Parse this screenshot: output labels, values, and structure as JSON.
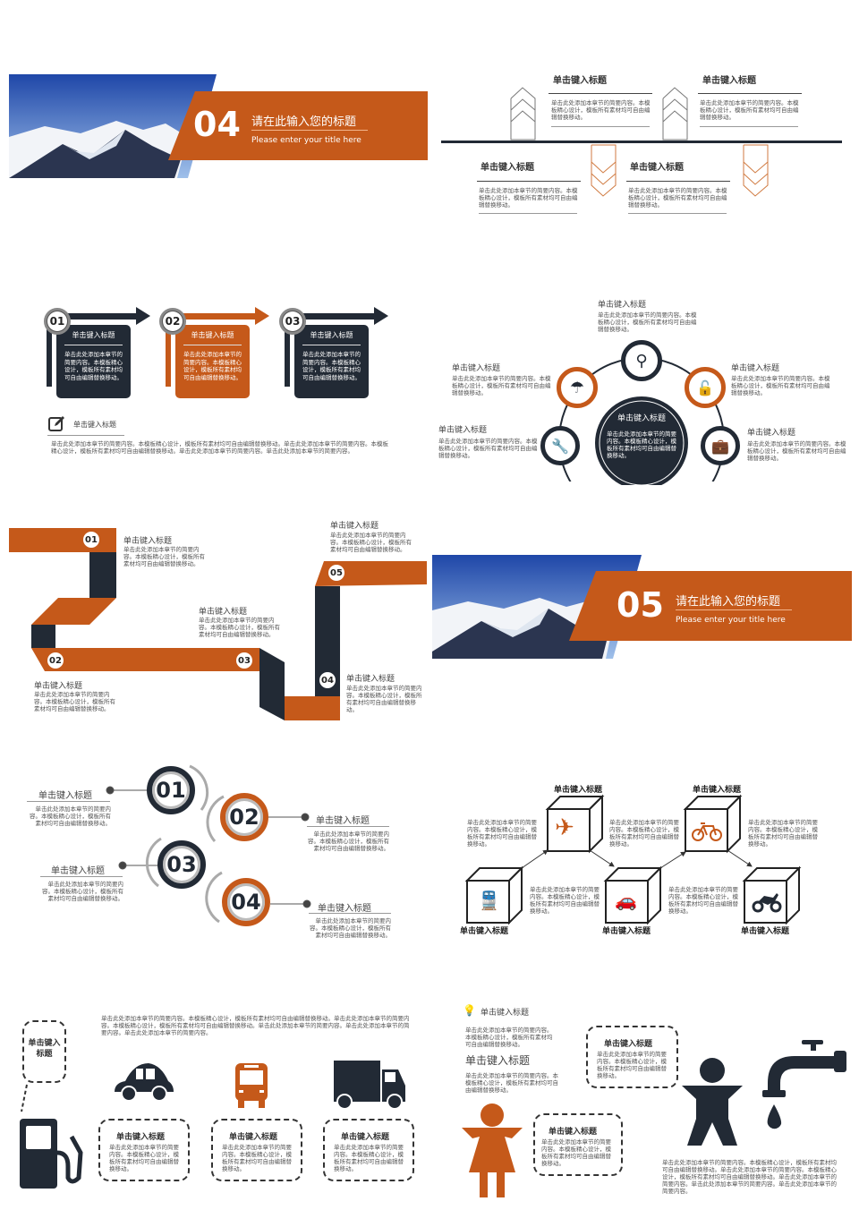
{
  "colors": {
    "orange": "#c5591a",
    "dark": "#222a35"
  },
  "section04": {
    "number": "04",
    "title": "请在此输入您的标题",
    "subtitle": "Please  enter  your  title  here"
  },
  "timeline": {
    "items": [
      {
        "title": "单击键入标题",
        "body": "单击此处添加本章节的简要内容。本模板精心设计，模板所有素材均可自由编辑替换移动。"
      },
      {
        "title": "单击键入标题",
        "body": "单击此处添加本章节的简要内容。本模板精心设计，模板所有素材均可自由编辑替换移动。"
      },
      {
        "title": "单击键入标题",
        "body": "单击此处添加本章节的简要内容。本模板精心设计，模板所有素材均可自由编辑替换移动。"
      },
      {
        "title": "单击键入标题",
        "body": "单击此处添加本章节的简要内容。本模板精心设计，模板所有素材均可自由编辑替换移动。"
      }
    ]
  },
  "steps": {
    "cards": [
      {
        "num": "01",
        "title": "单击键入标题",
        "body": "单击此处添加本章节的简要内容。本模板精心设计，模板所有素材均可自由编辑替换移动。"
      },
      {
        "num": "02",
        "title": "单击键入标题",
        "body": "单击此处添加本章节的简要内容。本模板精心设计，模板所有素材均可自由编辑替换移动。"
      },
      {
        "num": "03",
        "title": "单击键入标题",
        "body": "单击此处添加本章节的简要内容。本模板精心设计，模板所有素材均可自由编辑替换移动。"
      }
    ],
    "note": {
      "title": "单击键入标题",
      "body": "单击此处添加本章节的简要内容。本模板精心设计，模板所有素材均可自由编辑替换移动。单击此处添加本章节的简要内容。本模板精心设计，模板所有素材均可自由编辑替换移动。单击此处添加本章节的简要内容。单击此处添加本章节的简要内容。"
    }
  },
  "hub": {
    "center": {
      "title": "单击键入标题",
      "body": "单击此处添加本章节的简要内容。本模板精心设计，模板所有素材均可自由编辑替换移动。"
    },
    "items": [
      {
        "title": "单击键入标题",
        "body": "单击此处添加本章节的简要内容。本模板精心设计，模板所有素材均可自由编辑替换移动。",
        "icon": "search-icon"
      },
      {
        "title": "单击键入标题",
        "body": "单击此处添加本章节的简要内容。本模板精心设计，模板所有素材均可自由编辑替换移动。",
        "icon": "umbrella-icon"
      },
      {
        "title": "单击键入标题",
        "body": "单击此处添加本章节的简要内容。本模板精心设计，模板所有素材均可自由编辑替换移动。",
        "icon": "unlock-icon"
      },
      {
        "title": "单击键入标题",
        "body": "单击此处添加本章节的简要内容。本模板精心设计，模板所有素材均可自由编辑替换移动。",
        "icon": "wrench-icon"
      },
      {
        "title": "单击键入标题",
        "body": "单击此处添加本章节的简要内容。本模板精心设计，模板所有素材均可自由编辑替换移动。",
        "icon": "briefcase-icon"
      }
    ]
  },
  "ribbon": {
    "items": [
      {
        "num": "01",
        "title": "单击键入标题",
        "body": "单击此处添加本章节的简要内容。本模板精心设计，模板所有素材均可自由编辑替换移动。"
      },
      {
        "num": "02",
        "title": "单击键入标题",
        "body": "单击此处添加本章节的简要内容。本模板精心设计，模板所有素材均可自由编辑替换移动。"
      },
      {
        "num": "03",
        "title": "单击键入标题",
        "body": "单击此处添加本章节的简要内容。本模板精心设计，模板所有素材均可自由编辑替换移动。"
      },
      {
        "num": "04",
        "title": "单击键入标题",
        "body": "单击此处添加本章节的简要内容。本模板精心设计，模板所有素材均可自由编辑替换移动。"
      },
      {
        "num": "05",
        "title": "单击键入标题",
        "body": "单击此处添加本章节的简要内容。本模板精心设计，模板所有素材均可自由编辑替换移动。"
      }
    ]
  },
  "section05": {
    "number": "05",
    "title": "请在此输入您的标题",
    "subtitle": "Please  enter  your  title  here"
  },
  "numbered": {
    "items": [
      {
        "num": "01",
        "title": "单击键入标题",
        "body": "单击此处添加本章节的简要内容。本模板精心设计，模板所有素材均可自由编辑替换移动。"
      },
      {
        "num": "02",
        "title": "单击键入标题",
        "body": "单击此处添加本章节的简要内容。本模板精心设计，模板所有素材均可自由编辑替换移动。"
      },
      {
        "num": "03",
        "title": "单击键入标题",
        "body": "单击此处添加本章节的简要内容。本模板精心设计，模板所有素材均可自由编辑替换移动。"
      },
      {
        "num": "04",
        "title": "单击键入标题",
        "body": "单击此处添加本章节的简要内容。本模板精心设计，模板所有素材均可自由编辑替换移动。"
      }
    ]
  },
  "cubes": {
    "items": [
      {
        "title": "单击键入标题",
        "body": "单击此处添加本章节的简要内容。本模板精心设计，模板所有素材均可自由编辑替换移动。",
        "icon": "train-icon"
      },
      {
        "title": "单击键入标题",
        "body": "单击此处添加本章节的简要内容。本模板精心设计，模板所有素材均可自由编辑替换移动。",
        "icon": "airplane-icon"
      },
      {
        "title": "单击键入标题",
        "body": "单击此处添加本章节的简要内容。本模板精心设计，模板所有素材均可自由编辑替换移动。",
        "icon": "car-icon"
      },
      {
        "title": "单击键入标题",
        "body": "单击此处添加本章节的简要内容。本模板精心设计，模板所有素材均可自由编辑替换移动。",
        "icon": "bicycle-icon"
      },
      {
        "title": "单击键入标题",
        "body": "单击此处添加本章节的简要内容。本模板精心设计，模板所有素材均可自由编辑替换移动。",
        "icon": "motorcycle-icon"
      }
    ]
  },
  "transport": {
    "pump_title": "单击键入标题",
    "intro": "单击此处添加本章节的简要内容。本模板精心设计，模板所有素材均可自由编辑替换移动。单击此处添加本章节的简要内容。本模板精心设计，模板所有素材均可自由编辑替换移动。单击此处添加本章节的简要内容。单击此处添加本章节的简要内容。单击此处添加本章节的简要内容。",
    "bubbles": [
      {
        "title": "单击键入标题",
        "body": "单击此处添加本章节的简要内容。本模板精心设计，模板所有素材均可自由编辑替换移动。"
      },
      {
        "title": "单击键入标题",
        "body": "单击此处添加本章节的简要内容。本模板精心设计，模板所有素材均可自由编辑替换移动。"
      },
      {
        "title": "单击键入标题",
        "body": "单击此处添加本章节的简要内容。本模板精心设计，模板所有素材均可自由编辑替换移动。"
      }
    ]
  },
  "people": {
    "tip": {
      "title": "单击键入标题",
      "body": "单击此处添加本章节的简要内容。本模板精心设计，模板所有素材均可自由编辑替换移动。"
    },
    "heading": {
      "title": "单击键入标题",
      "body": "单击此处添加本章节的简要内容。本模板精心设计，模板所有素材均可自由编辑替换移动。"
    },
    "bubbles": [
      {
        "title": "单击键入标题",
        "body": "单击此处添加本章节的简要内容。本模板精心设计，模板所有素材均可自由编辑替换移动。"
      },
      {
        "title": "单击键入标题",
        "body": "单击此处添加本章节的简要内容。本模板精心设计，模板所有素材均可自由编辑替换移动。"
      }
    ],
    "footer": "单击此处添加本章节的简要内容。本模板精心设计，模板所有素材均可自由编辑替换移动。单击此处添加本章节的简要内容。本模板精心设计，模板所有素材均可自由编辑替换移动。单击此处添加本章节的简要内容。单击此处添加本章节的简要内容。单击此处添加本章节的简要内容。"
  }
}
